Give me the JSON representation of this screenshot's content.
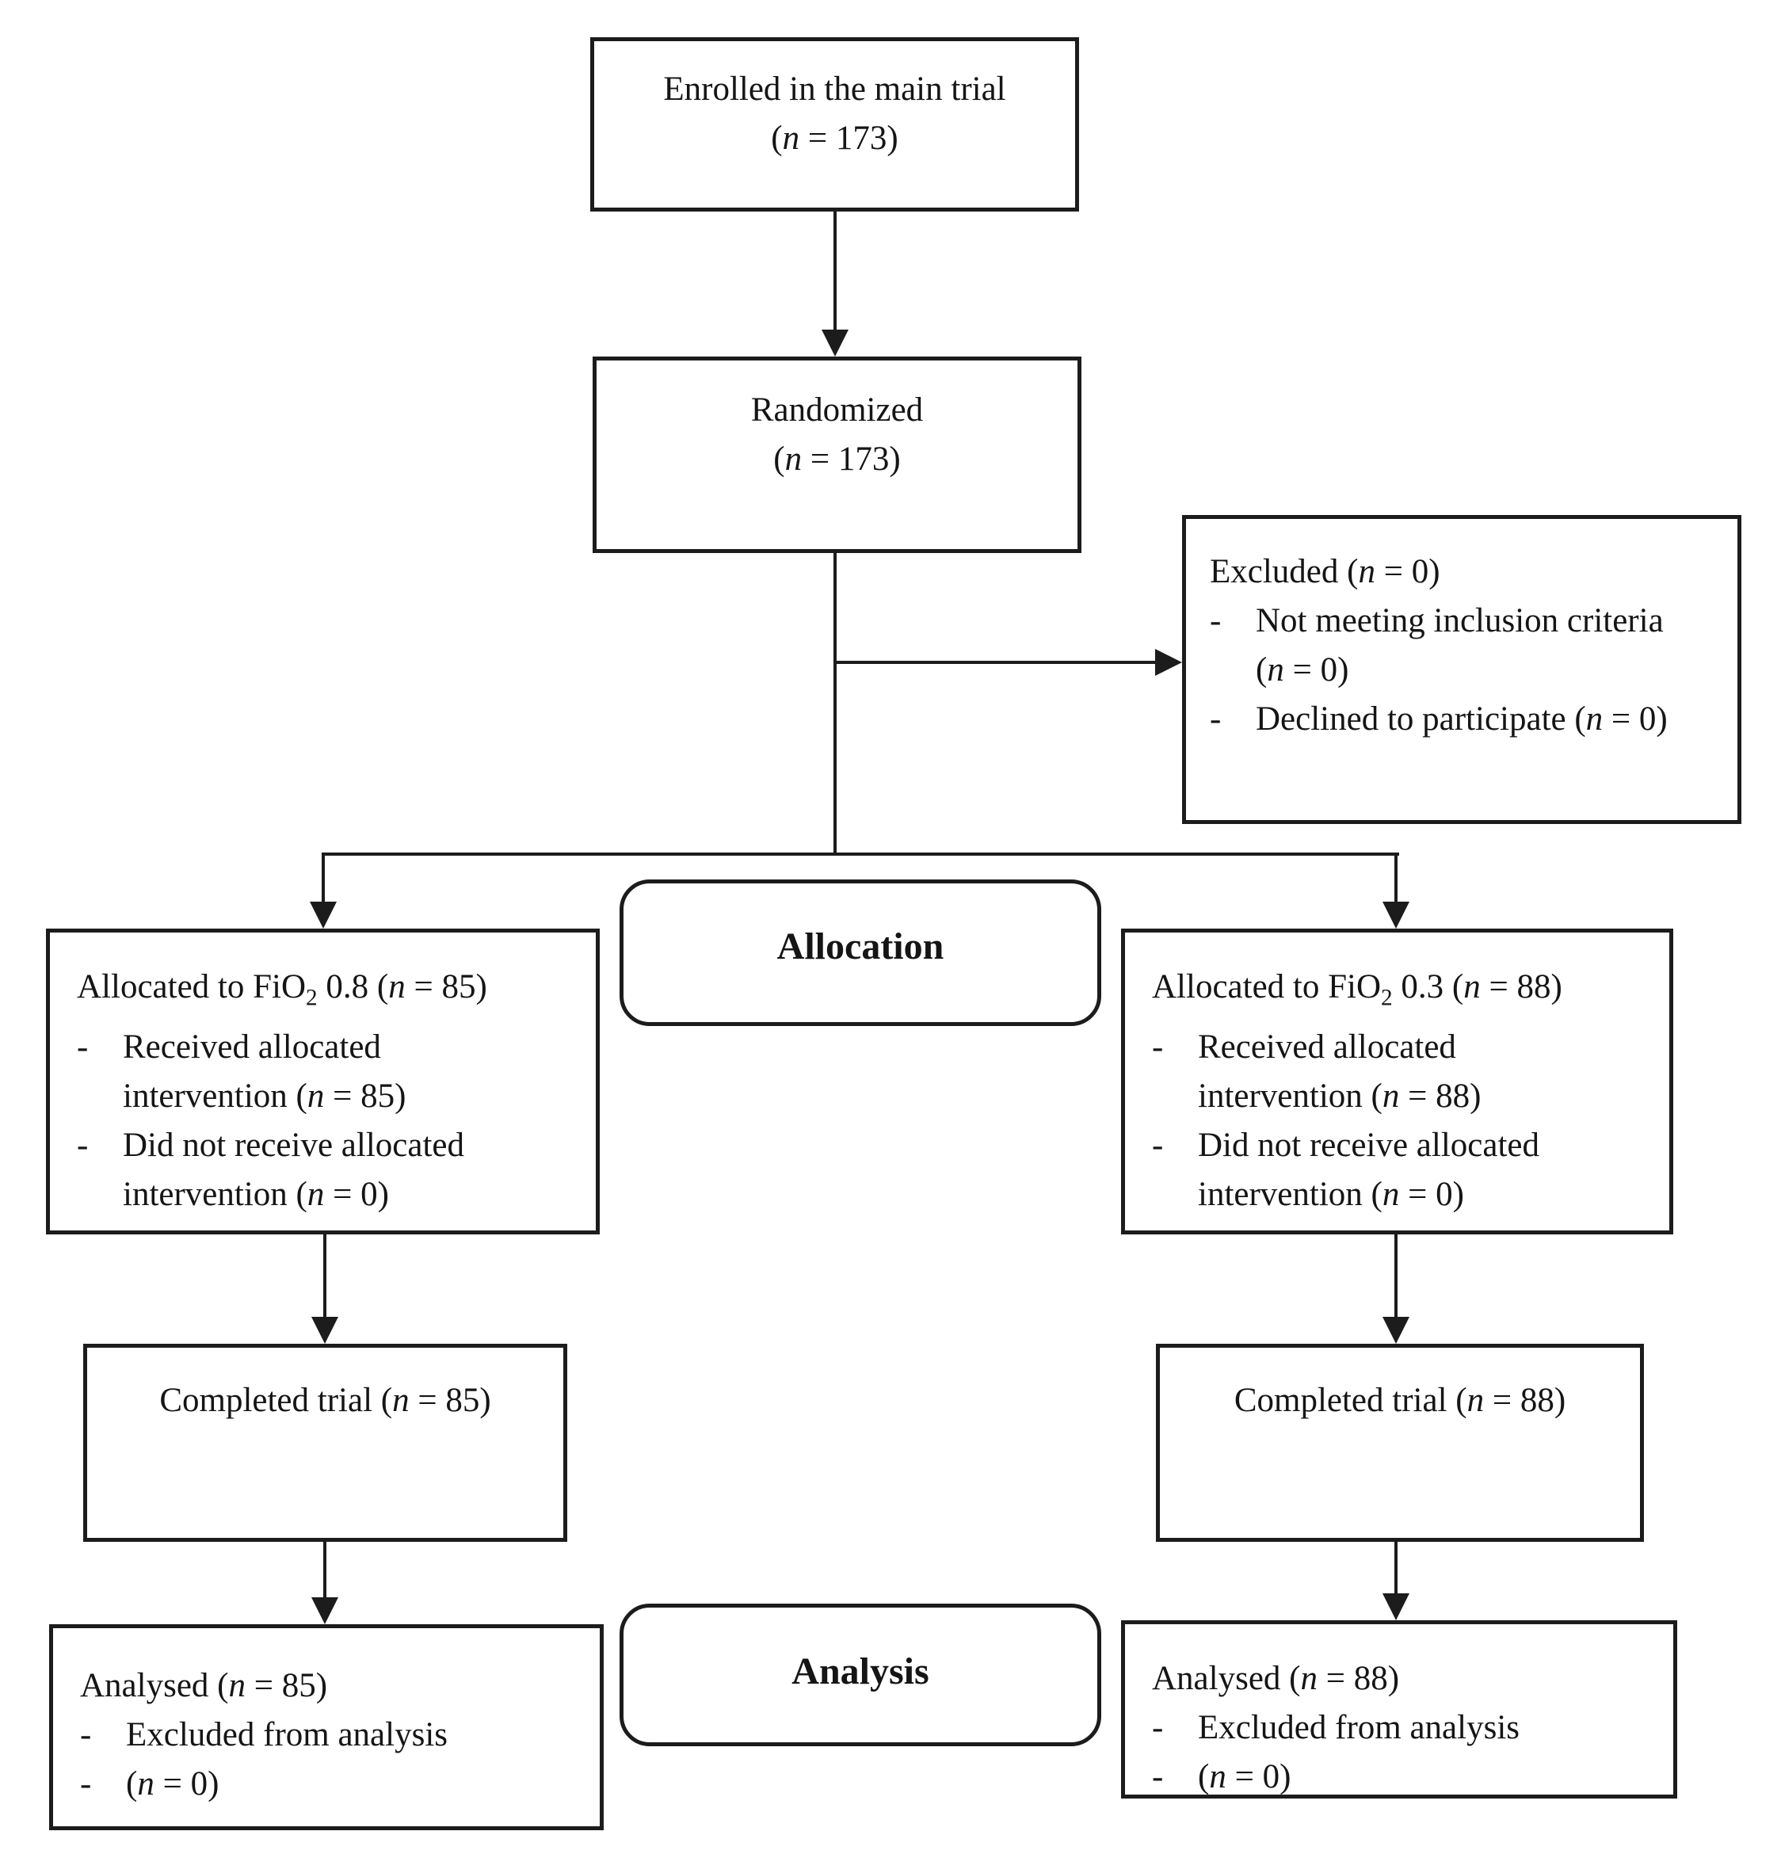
{
  "diagram": {
    "bullet_marker": "-",
    "enrolled": {
      "lines": [
        "Enrolled in the main trial",
        "(n = 173)"
      ]
    },
    "randomized": {
      "lines": [
        "Randomized",
        "(n = 173)"
      ]
    },
    "excluded": {
      "title": "Excluded (n = 0)",
      "bullets": [
        [
          "Not meeting inclusion criteria",
          "(n = 0)"
        ],
        [
          "Declined to participate (n = 0)"
        ]
      ]
    },
    "stages": {
      "allocation": "Allocation",
      "analysis": "Analysis"
    },
    "alloc_left": {
      "title": "Allocated to FiO2 0.8 (n = 85)",
      "bullets": [
        [
          "Received allocated",
          "intervention (n = 85)"
        ],
        [
          "Did not receive allocated",
          "intervention (n = 0)"
        ]
      ]
    },
    "alloc_right": {
      "title": "Allocated to FiO2 0.3 (n = 88)",
      "bullets": [
        [
          "Received allocated",
          "intervention (n = 88)"
        ],
        [
          "Did not receive allocated",
          "intervention (n = 0)"
        ]
      ]
    },
    "completed_left": {
      "label": "Completed trial (n = 85)"
    },
    "completed_right": {
      "label": "Completed trial (n = 88)"
    },
    "analysed_left": {
      "title": "Analysed (n = 85)",
      "bullets": [
        [
          "Excluded from analysis"
        ],
        [
          "(n = 0)"
        ]
      ]
    },
    "analysed_right": {
      "title": "Analysed (n = 88)",
      "bullets": [
        [
          "Excluded from analysis"
        ],
        [
          "(n = 0)"
        ]
      ]
    }
  }
}
